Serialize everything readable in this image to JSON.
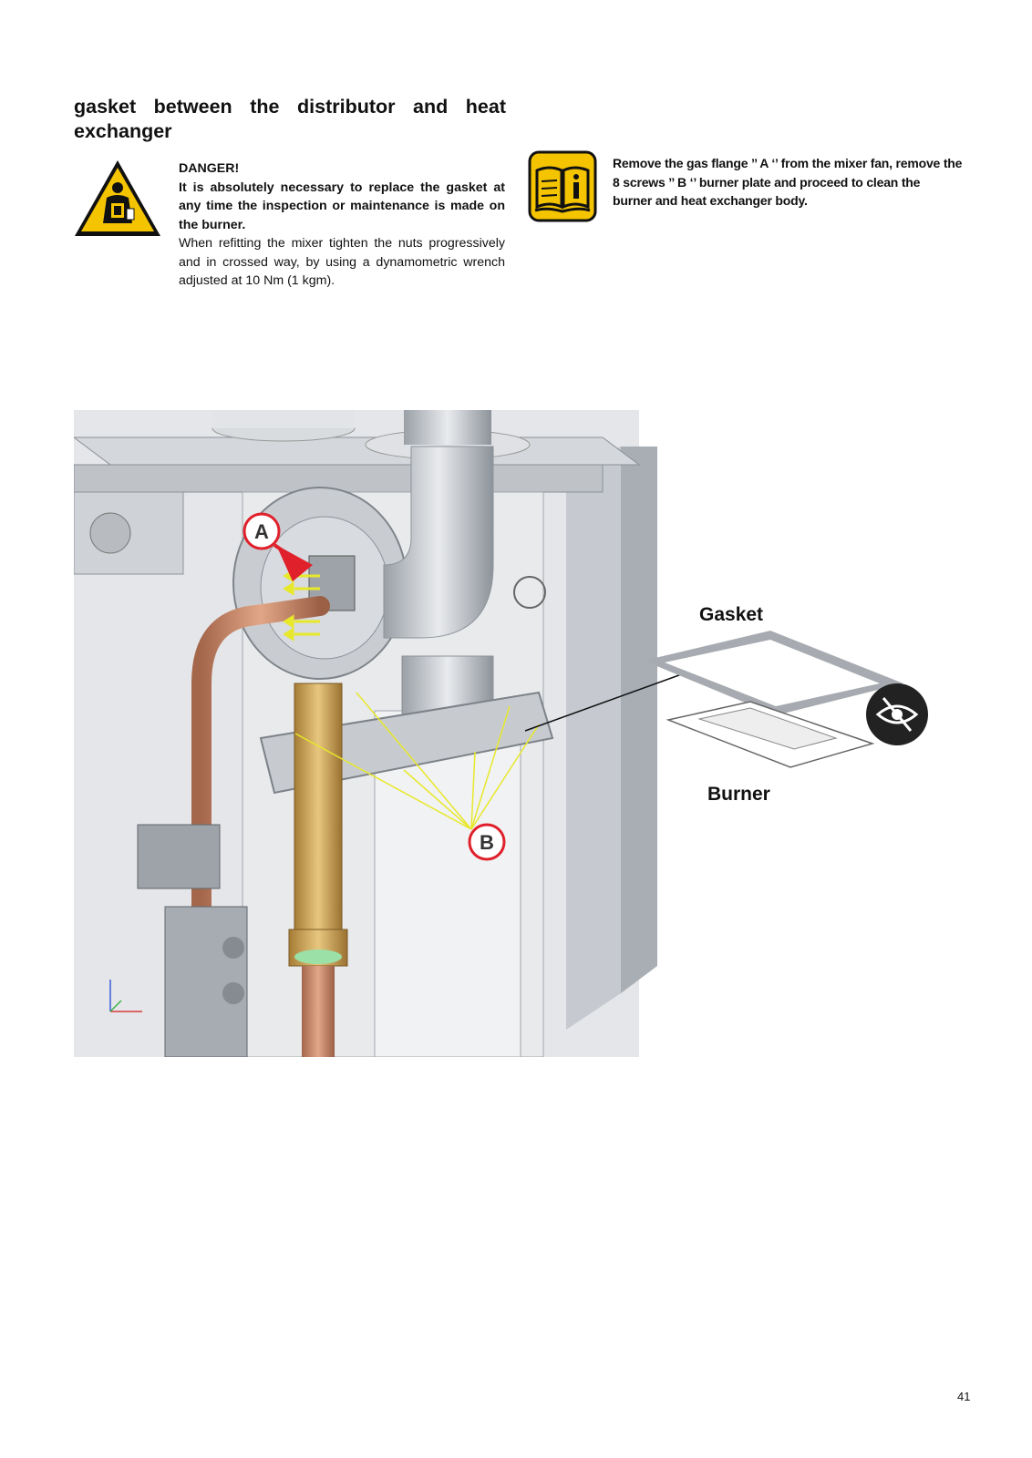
{
  "heading": "gasket between the distributor and heat exchanger",
  "danger": {
    "title": "DANGER!",
    "emphasis": "It is absolutely necessary to replace the gasket at any time the inspection or maintenance is made on the burner.",
    "body": "When refitting the mixer tighten the nuts progressively and in crossed way, by using a dynamometric wrench adjusted at 10 Nm (1 kgm)."
  },
  "instruction": "Remove the gas flange ’’ A ‘’ from the mixer fan, remove the 8 screws ’’ B ‘’ burner plate and proceed to clean the burner and heat exchanger body.",
  "figure": {
    "callout_a": "A",
    "callout_b": "B",
    "label_gasket": "Gasket",
    "label_burner": "Burner"
  },
  "page_number": "41",
  "colors": {
    "warning_yellow": "#f5c400",
    "callout_red": "#e0202a",
    "leader_yellow": "#e8e82a",
    "panel_grey": "#b7bcc4"
  },
  "icons": {
    "danger": "worker-safety-warning-icon",
    "manual": "read-manual-icon",
    "inspect": "eye-inspect-icon"
  }
}
